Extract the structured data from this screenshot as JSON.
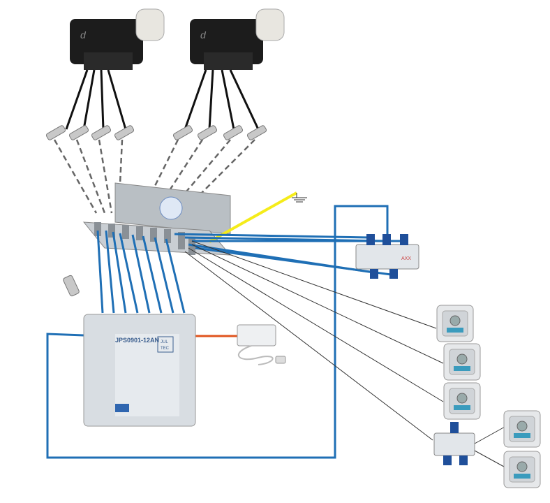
{
  "multiswitch": {
    "model": "JPS0901-12AN",
    "brand_line1": "JUL",
    "brand_line2": "TEC"
  },
  "splitter": {
    "brand": "AXX"
  },
  "colors": {
    "coax_blue": "#1f6fb5",
    "ground_wire": "#f5ec1a",
    "power_cable": "#e0541e",
    "lnb_body": "#1c1c1c",
    "lnb_cap": "#e8e6e0",
    "device_gray": "#d8dde2"
  },
  "icons": [
    "lnb",
    "f-connector",
    "grounding-block",
    "ground-symbol",
    "multiswitch",
    "power-supply",
    "splitter",
    "wall-outlet"
  ]
}
